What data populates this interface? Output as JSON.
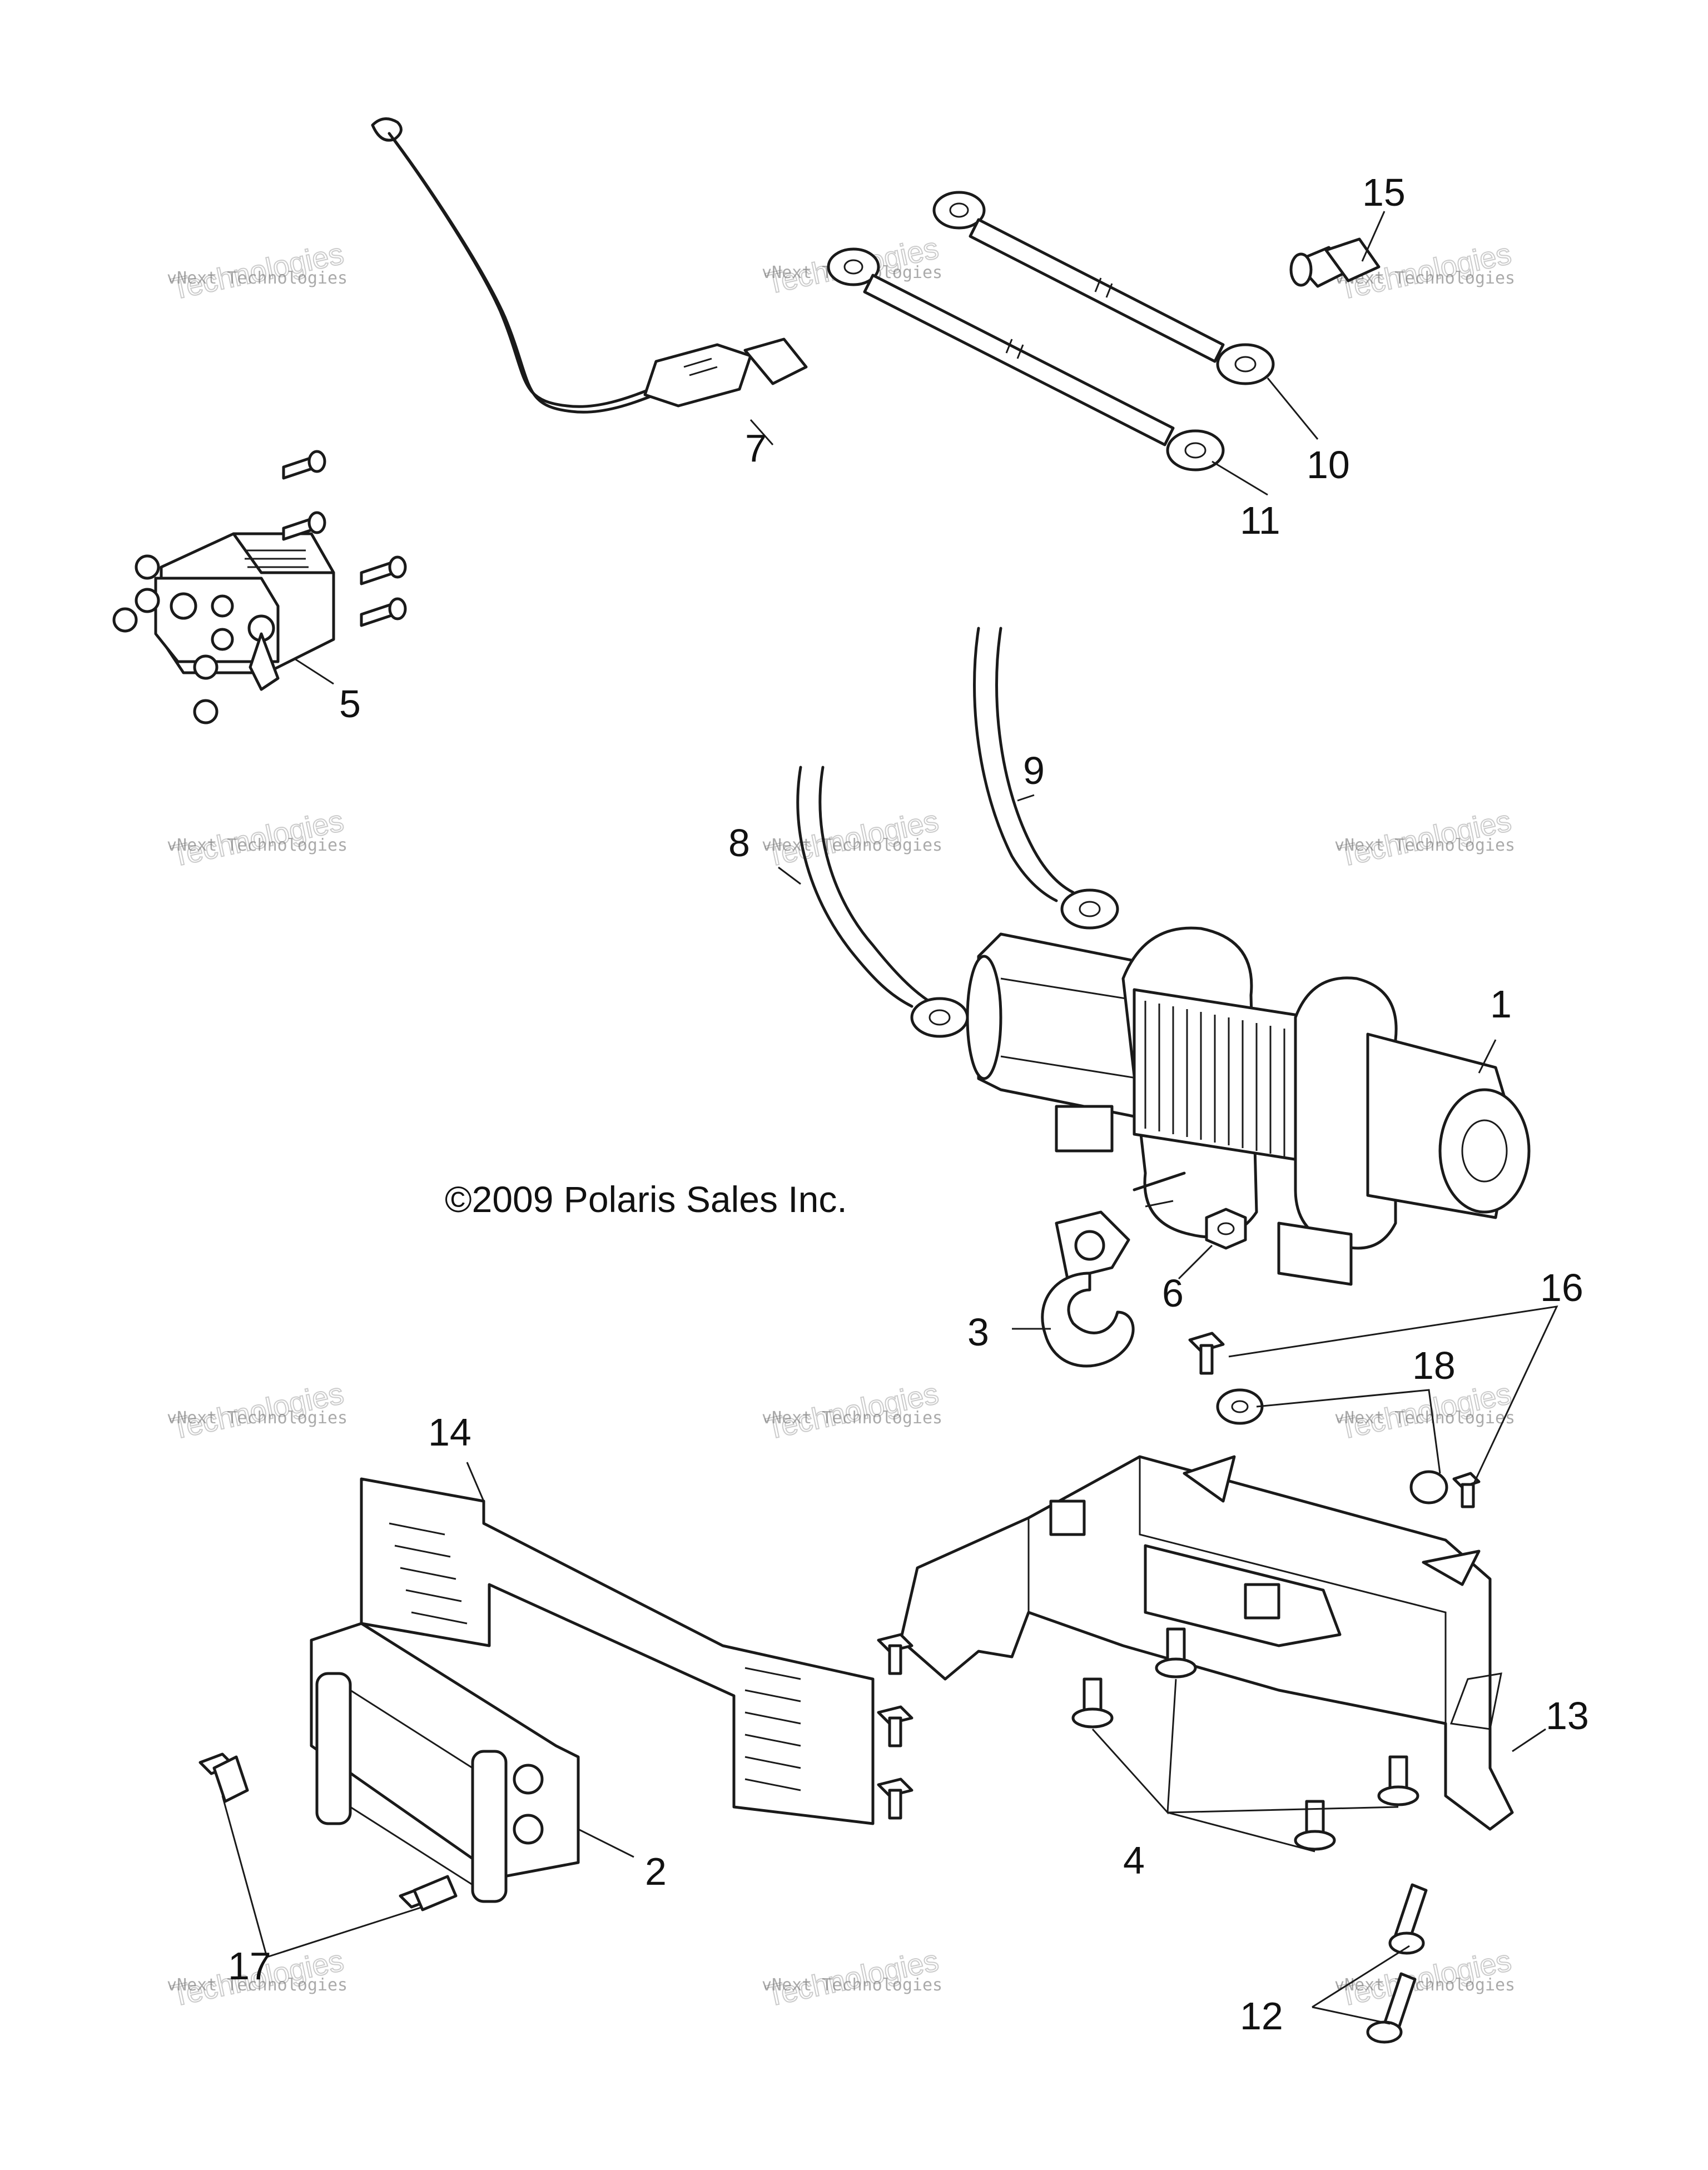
{
  "copyright": "©2009 Polaris Sales Inc.",
  "watermark": {
    "line1": "vNext Technologies",
    "line2": "vNext",
    "line3": "Technologies"
  },
  "callouts": {
    "c1": "1",
    "c2": "2",
    "c3": "3",
    "c4": "4",
    "c5": "5",
    "c6": "6",
    "c7": "7",
    "c8": "8",
    "c9": "9",
    "c10": "10",
    "c11": "11",
    "c12": "12",
    "c13": "13",
    "c14": "14",
    "c15": "15",
    "c16": "16",
    "c17": "17",
    "c18": "18"
  }
}
